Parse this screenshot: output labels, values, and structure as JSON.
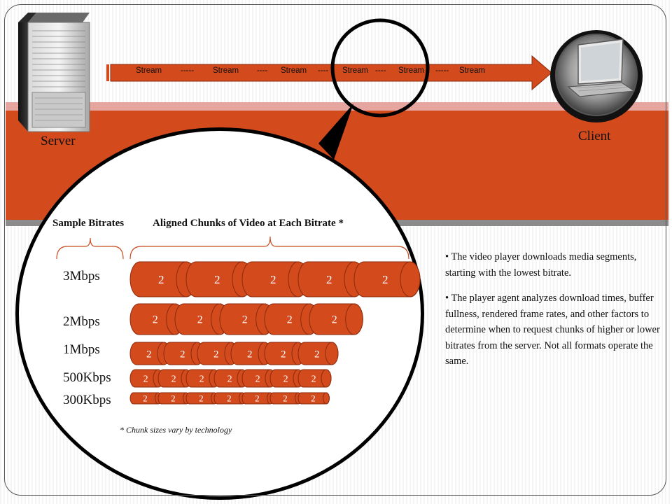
{
  "slide": {
    "server_label": "Server",
    "client_label": "Client",
    "stream_words": [
      "Stream",
      "Stream",
      "Stream",
      "Stream",
      "Stream",
      "Stream"
    ],
    "stream_separators": [
      "-----",
      "----",
      "----",
      "----",
      "-----"
    ],
    "header_bitrates": "Sample Bitrates",
    "header_chunks": "Aligned Chunks of Video at Each Bitrate *",
    "footnote": "* Chunk sizes vary by technology",
    "chunk_label": "2",
    "rows": [
      {
        "label": "3Mbps",
        "chunks": 5
      },
      {
        "label": "2Mbps",
        "chunks": 5
      },
      {
        "label": "1Mbps",
        "chunks": 6
      },
      {
        "label": "500Kbps",
        "chunks": 7
      },
      {
        "label": "300Kbps",
        "chunks": 7
      }
    ],
    "bullets": [
      "The video player downloads media segments, starting with the lowest bitrate.",
      "The player agent analyzes download times, buffer fullness, rendered frame rates, and other factors to determine when to request chunks of higher or lower bitrates from the server. Not all formats operate the same."
    ],
    "colors": {
      "accent": "#d34a1c",
      "band_light": "#e7a5a0",
      "gray": "#8b8b8b"
    }
  }
}
